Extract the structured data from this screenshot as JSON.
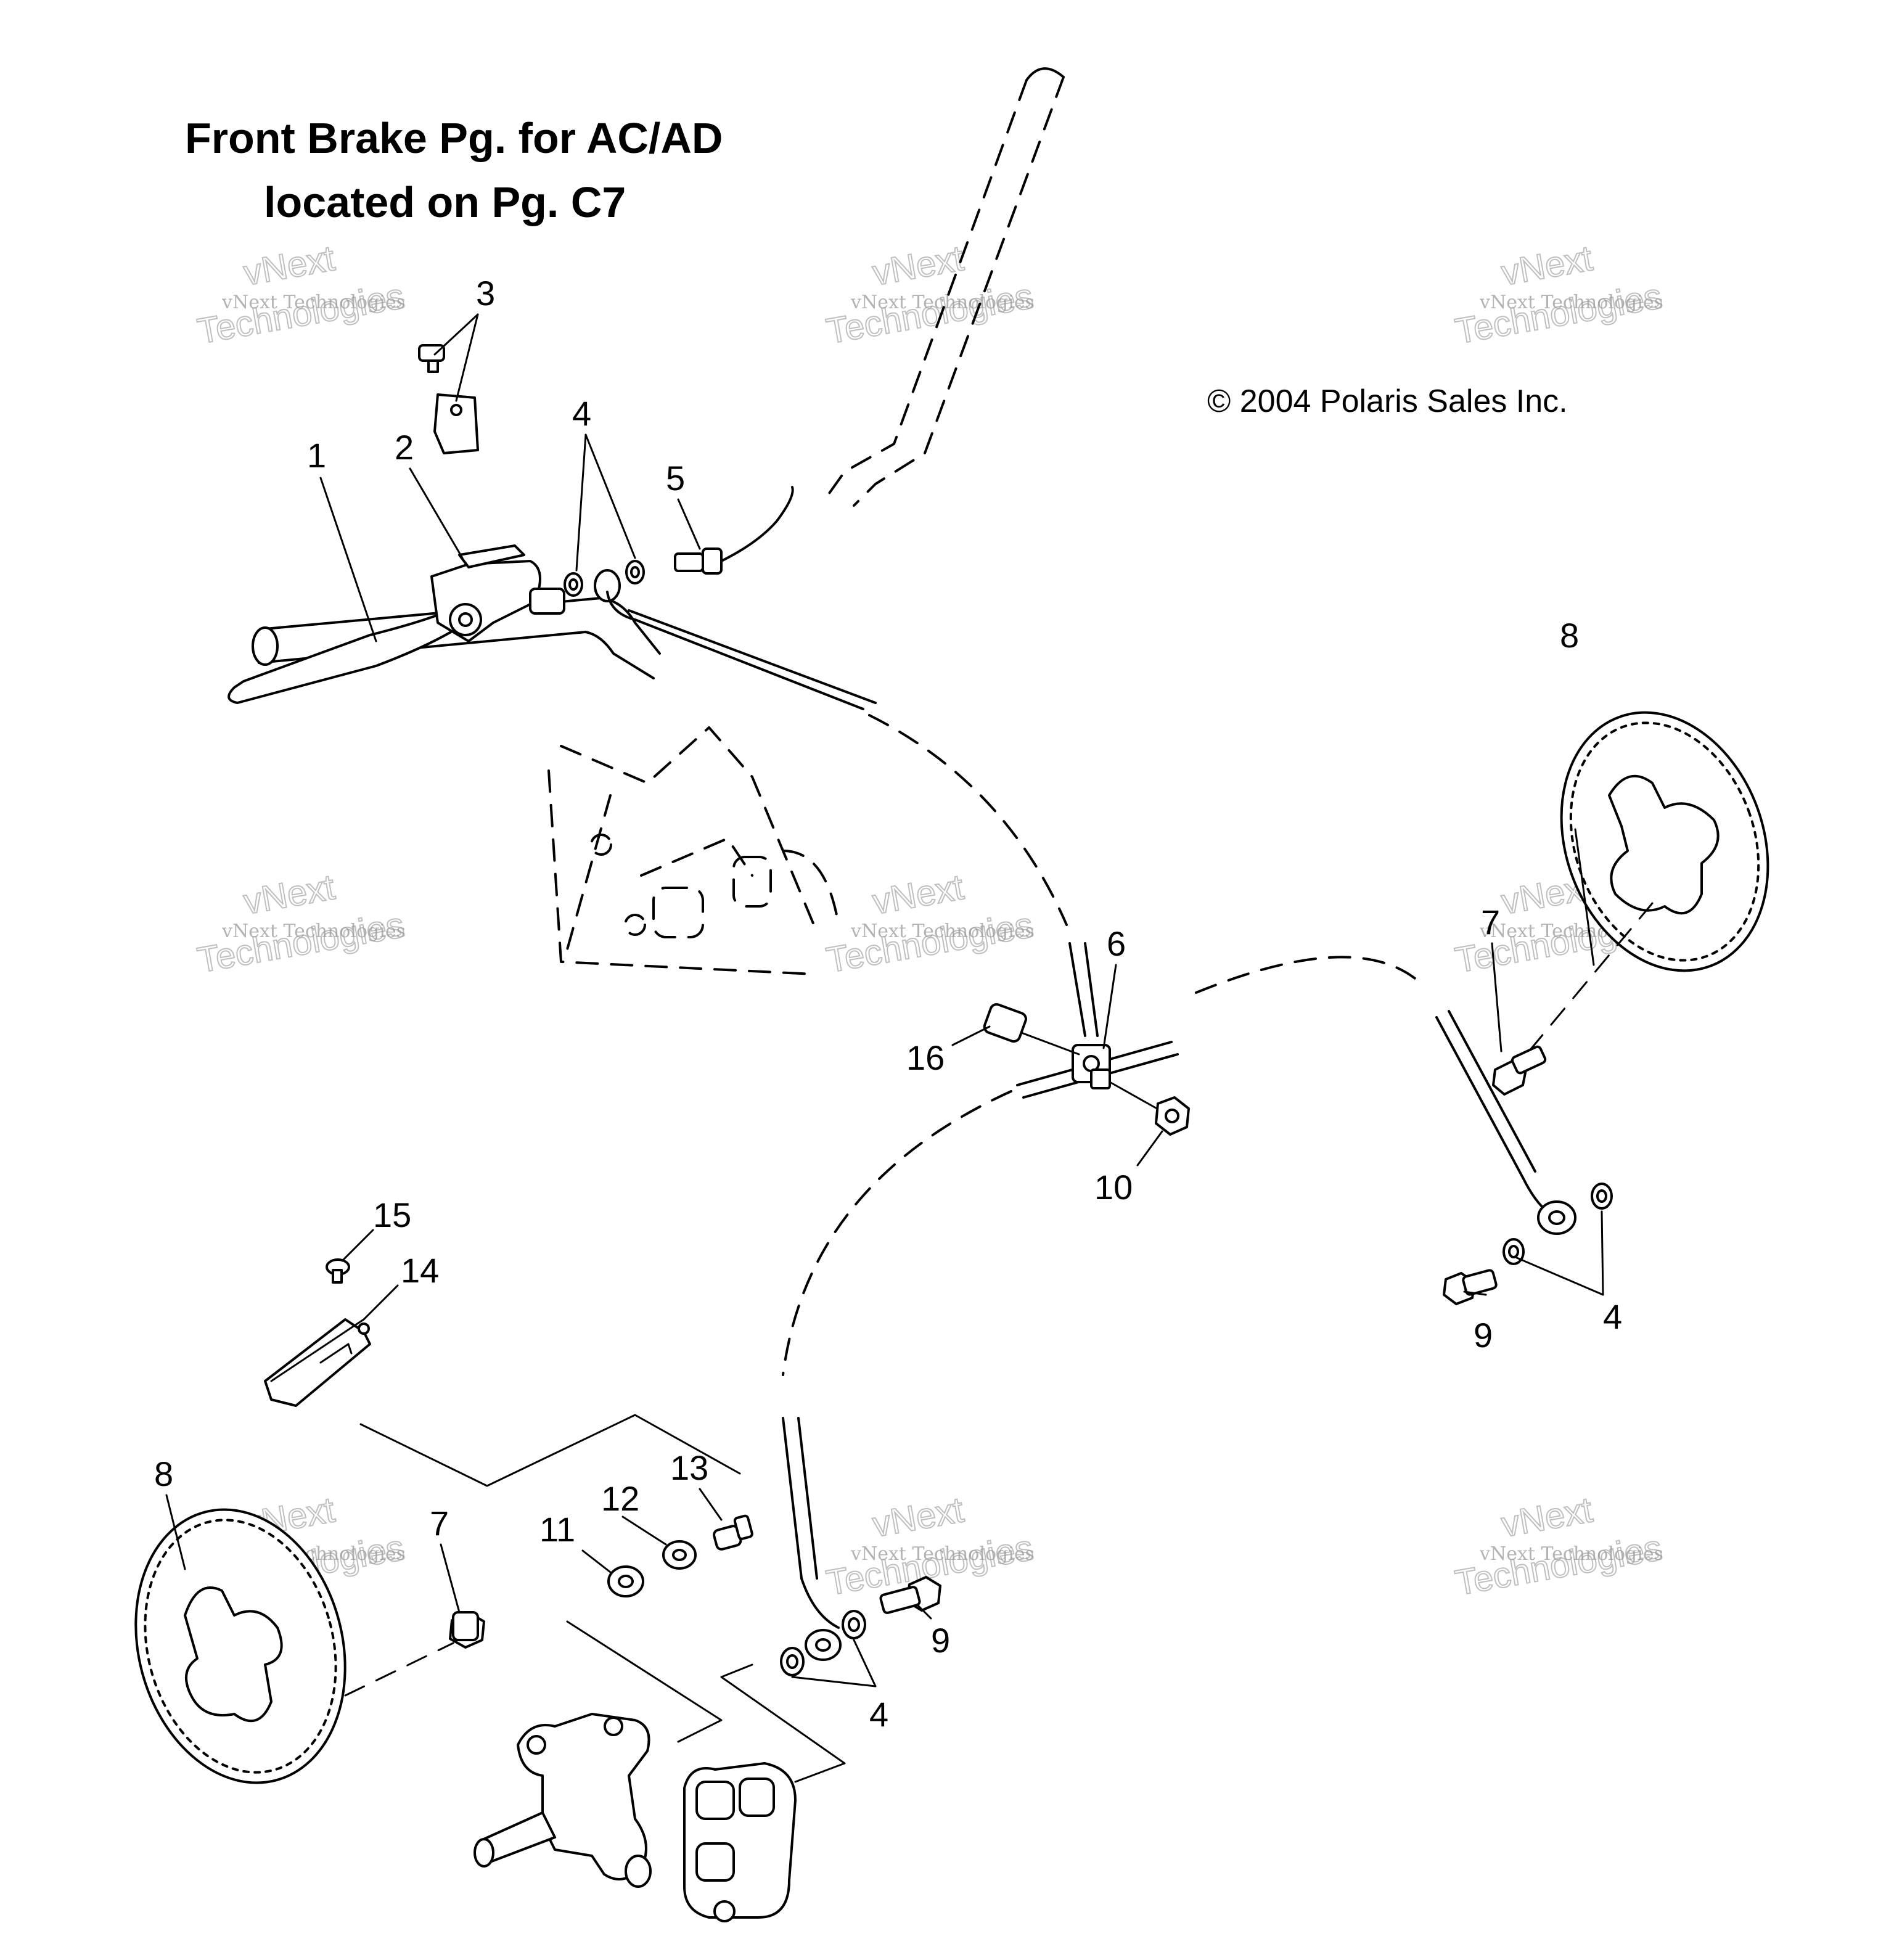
{
  "title_lines": [
    "Front Brake Pg. for AC/AD",
    "located on Pg. C7"
  ],
  "copyright": "© 2004 Polaris Sales Inc.",
  "watermark": {
    "small": "vNext Technologies",
    "large_top": "vNext",
    "large_bottom": "Technologies"
  },
  "callouts": [
    {
      "id": "c1",
      "label": "1"
    },
    {
      "id": "c2",
      "label": "2"
    },
    {
      "id": "c3",
      "label": "3"
    },
    {
      "id": "c4a",
      "label": "4"
    },
    {
      "id": "c5",
      "label": "5"
    },
    {
      "id": "c6",
      "label": "6"
    },
    {
      "id": "c7a",
      "label": "7"
    },
    {
      "id": "c8a",
      "label": "8"
    },
    {
      "id": "c16",
      "label": "16"
    },
    {
      "id": "c10",
      "label": "10"
    },
    {
      "id": "c9a",
      "label": "9"
    },
    {
      "id": "c4b",
      "label": "4"
    },
    {
      "id": "c15",
      "label": "15"
    },
    {
      "id": "c14",
      "label": "14"
    },
    {
      "id": "c8b",
      "label": "8"
    },
    {
      "id": "c7b",
      "label": "7"
    },
    {
      "id": "c11",
      "label": "11"
    },
    {
      "id": "c12",
      "label": "12"
    },
    {
      "id": "c13",
      "label": "13"
    },
    {
      "id": "c9b",
      "label": "9"
    },
    {
      "id": "c4c",
      "label": "4"
    }
  ]
}
